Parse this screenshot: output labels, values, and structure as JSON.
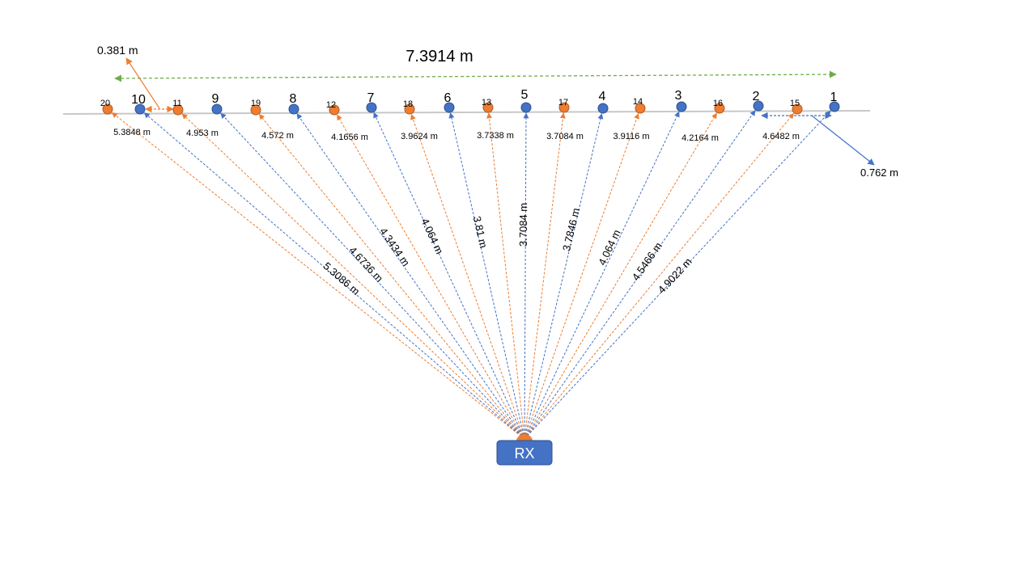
{
  "colors": {
    "blue": "#4472C4",
    "orange": "#ED7D31",
    "green": "#70AD47",
    "baseline": "#C8C8C8",
    "text": "#000000",
    "receiver_fill": "#4472C4",
    "receiver_text": "#FFFFFF"
  },
  "span_label": "7.3914 m",
  "top_spacing_label": "0.381 m",
  "right_spacing_label": "0.762 m",
  "receiver_label": "RX",
  "nodes": [
    {
      "id": "20",
      "color": "orange"
    },
    {
      "id": "10",
      "color": "blue"
    },
    {
      "id": "11",
      "color": "orange"
    },
    {
      "id": "9",
      "color": "blue"
    },
    {
      "id": "19",
      "color": "orange"
    },
    {
      "id": "8",
      "color": "blue"
    },
    {
      "id": "12",
      "color": "orange"
    },
    {
      "id": "7",
      "color": "blue"
    },
    {
      "id": "18",
      "color": "orange"
    },
    {
      "id": "6",
      "color": "blue"
    },
    {
      "id": "13",
      "color": "orange"
    },
    {
      "id": "5",
      "color": "blue"
    },
    {
      "id": "17",
      "color": "orange"
    },
    {
      "id": "4",
      "color": "blue"
    },
    {
      "id": "14",
      "color": "orange"
    },
    {
      "id": "3",
      "color": "blue"
    },
    {
      "id": "16",
      "color": "orange"
    },
    {
      "id": "2",
      "color": "blue"
    },
    {
      "id": "15",
      "color": "orange"
    },
    {
      "id": "1",
      "color": "blue"
    }
  ],
  "orange_distances": [
    {
      "node": "20",
      "label": "5.3848 m"
    },
    {
      "node": "11",
      "label": "4.953 m"
    },
    {
      "node": "19",
      "label": "4.572 m"
    },
    {
      "node": "12",
      "label": "4.1656 m"
    },
    {
      "node": "18",
      "label": "3.9624 m"
    },
    {
      "node": "13",
      "label": "3.7338 m"
    },
    {
      "node": "17",
      "label": "3.7084 m"
    },
    {
      "node": "14",
      "label": "3.9116 m"
    },
    {
      "node": "16",
      "label": "4.2164 m"
    },
    {
      "node": "15",
      "label": "4.6482 m"
    }
  ],
  "blue_distances": [
    {
      "node": "10",
      "label": "5.3086 m"
    },
    {
      "node": "9",
      "label": "4.6736 m"
    },
    {
      "node": "8",
      "label": "4.3434 m"
    },
    {
      "node": "7",
      "label": "4.064 m"
    },
    {
      "node": "6",
      "label": "3.81 m"
    },
    {
      "node": "5",
      "label": "3.7084 m"
    },
    {
      "node": "4",
      "label": "3.7846 m"
    },
    {
      "node": "3",
      "label": "4.064 m"
    },
    {
      "node": "2",
      "label": "4.5466 m"
    },
    {
      "node": "1",
      "label": "4.9022 m"
    }
  ]
}
